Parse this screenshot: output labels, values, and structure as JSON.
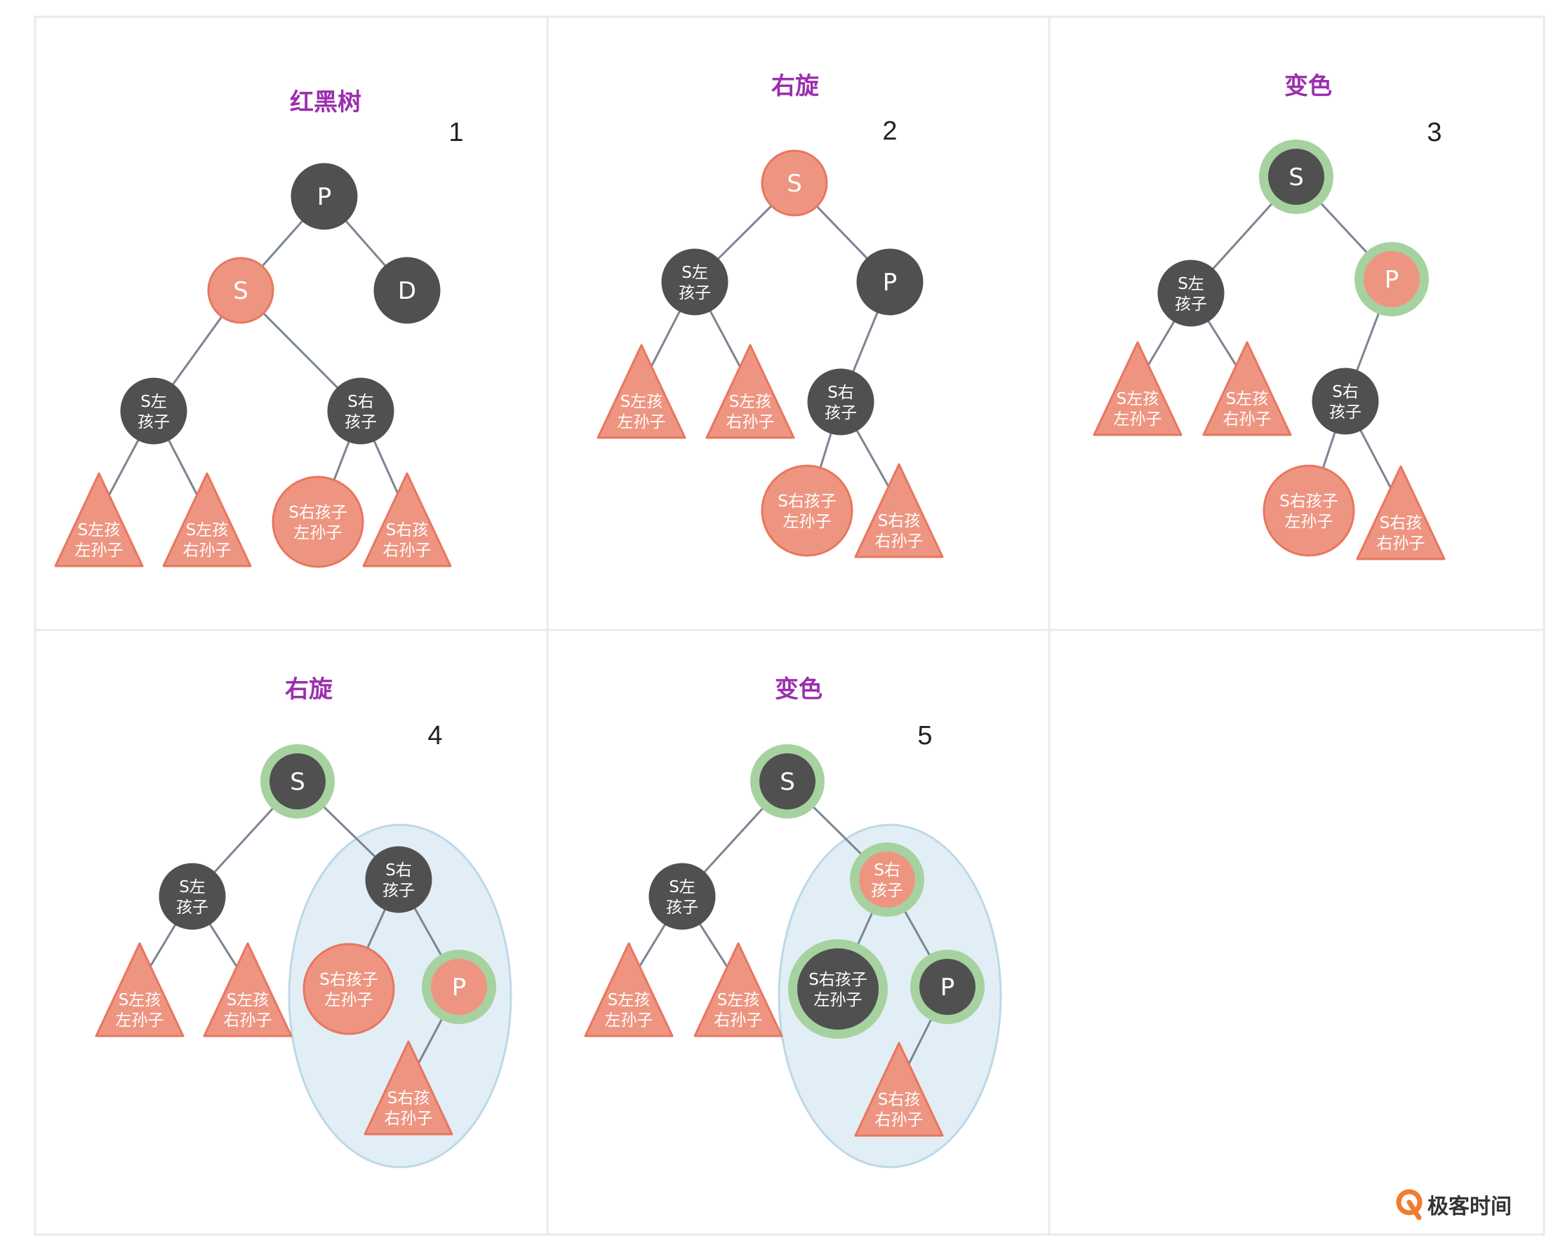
{
  "colors": {
    "red_node": "#ee9582",
    "red_stroke": "#e8765f",
    "black_node": "#505050",
    "highlight_ring": "#a6d2a0",
    "subtree_fill": "#e2eef5",
    "subtree_stroke": "#bcd8e8",
    "edge": "#7b8594",
    "title": "#9b2fae",
    "grid": "#ece7f0",
    "logo_orange": "#f07c2f"
  },
  "icons": {
    "logo": "geektime-logo-icon"
  },
  "logo_text": "极客时间",
  "panels": [
    {
      "id": "p1",
      "title": "红黑树",
      "number": "1",
      "nodes": [
        {
          "id": "P",
          "label": [
            "P"
          ],
          "shape": "circle",
          "color": "black"
        },
        {
          "id": "S",
          "label": [
            "S"
          ],
          "shape": "circle",
          "color": "red"
        },
        {
          "id": "D",
          "label": [
            "D"
          ],
          "shape": "circle",
          "color": "black"
        },
        {
          "id": "SL",
          "label": [
            "S左",
            "孩子"
          ],
          "shape": "circle",
          "color": "black"
        },
        {
          "id": "SR",
          "label": [
            "S右",
            "孩子"
          ],
          "shape": "circle",
          "color": "black"
        },
        {
          "id": "SLL",
          "label": [
            "S左孩",
            "左孙子"
          ],
          "shape": "triangle",
          "color": "red"
        },
        {
          "id": "SLR",
          "label": [
            "S左孩",
            "右孙子"
          ],
          "shape": "triangle",
          "color": "red"
        },
        {
          "id": "SRL",
          "label": [
            "S右孩子",
            "左孙子"
          ],
          "shape": "circle",
          "color": "red"
        },
        {
          "id": "SRR",
          "label": [
            "S右孩",
            "右孙子"
          ],
          "shape": "triangle",
          "color": "red"
        }
      ],
      "edges": [
        [
          "P",
          "S"
        ],
        [
          "P",
          "D"
        ],
        [
          "S",
          "SL"
        ],
        [
          "S",
          "SR"
        ],
        [
          "SL",
          "SLL"
        ],
        [
          "SL",
          "SLR"
        ],
        [
          "SR",
          "SRL"
        ],
        [
          "SR",
          "SRR"
        ]
      ]
    },
    {
      "id": "p2",
      "title": "右旋",
      "number": "2",
      "nodes": [
        {
          "id": "S",
          "label": [
            "S"
          ],
          "shape": "circle",
          "color": "red"
        },
        {
          "id": "SL",
          "label": [
            "S左",
            "孩子"
          ],
          "shape": "circle",
          "color": "black"
        },
        {
          "id": "P",
          "label": [
            "P"
          ],
          "shape": "circle",
          "color": "black"
        },
        {
          "id": "SLL",
          "label": [
            "S左孩",
            "左孙子"
          ],
          "shape": "triangle",
          "color": "red"
        },
        {
          "id": "SLR",
          "label": [
            "S左孩",
            "右孙子"
          ],
          "shape": "triangle",
          "color": "red"
        },
        {
          "id": "SR",
          "label": [
            "S右",
            "孩子"
          ],
          "shape": "circle",
          "color": "black"
        },
        {
          "id": "SRL",
          "label": [
            "S右孩子",
            "左孙子"
          ],
          "shape": "circle",
          "color": "red"
        },
        {
          "id": "SRR",
          "label": [
            "S右孩",
            "右孙子"
          ],
          "shape": "triangle",
          "color": "red"
        }
      ],
      "edges": [
        [
          "S",
          "SL"
        ],
        [
          "S",
          "P"
        ],
        [
          "SL",
          "SLL"
        ],
        [
          "SL",
          "SLR"
        ],
        [
          "P",
          "SR"
        ],
        [
          "SR",
          "SRL"
        ],
        [
          "SR",
          "SRR"
        ]
      ]
    },
    {
      "id": "p3",
      "title": "变色",
      "number": "3",
      "nodes": [
        {
          "id": "S",
          "label": [
            "S"
          ],
          "shape": "circle",
          "color": "black",
          "ring": true
        },
        {
          "id": "SL",
          "label": [
            "S左",
            "孩子"
          ],
          "shape": "circle",
          "color": "black"
        },
        {
          "id": "P",
          "label": [
            "P"
          ],
          "shape": "circle",
          "color": "red",
          "ring": true
        },
        {
          "id": "SLL",
          "label": [
            "S左孩",
            "左孙子"
          ],
          "shape": "triangle",
          "color": "red"
        },
        {
          "id": "SLR",
          "label": [
            "S左孩",
            "右孙子"
          ],
          "shape": "triangle",
          "color": "red"
        },
        {
          "id": "SR",
          "label": [
            "S右",
            "孩子"
          ],
          "shape": "circle",
          "color": "black"
        },
        {
          "id": "SRL",
          "label": [
            "S右孩子",
            "左孙子"
          ],
          "shape": "circle",
          "color": "red"
        },
        {
          "id": "SRR",
          "label": [
            "S右孩",
            "右孙子"
          ],
          "shape": "triangle",
          "color": "red"
        }
      ],
      "edges": [
        [
          "S",
          "SL"
        ],
        [
          "S",
          "P"
        ],
        [
          "SL",
          "SLL"
        ],
        [
          "SL",
          "SLR"
        ],
        [
          "P",
          "SR"
        ],
        [
          "SR",
          "SRL"
        ],
        [
          "SR",
          "SRR"
        ]
      ]
    },
    {
      "id": "p4",
      "title": "右旋",
      "number": "4",
      "nodes": [
        {
          "id": "S",
          "label": [
            "S"
          ],
          "shape": "circle",
          "color": "black",
          "ring": true
        },
        {
          "id": "SL",
          "label": [
            "S左",
            "孩子"
          ],
          "shape": "circle",
          "color": "black"
        },
        {
          "id": "SR",
          "label": [
            "S右",
            "孩子"
          ],
          "shape": "circle",
          "color": "black"
        },
        {
          "id": "SLL",
          "label": [
            "S左孩",
            "左孙子"
          ],
          "shape": "triangle",
          "color": "red"
        },
        {
          "id": "SLR",
          "label": [
            "S左孩",
            "右孙子"
          ],
          "shape": "triangle",
          "color": "red"
        },
        {
          "id": "SRL",
          "label": [
            "S右孩子",
            "左孙子"
          ],
          "shape": "circle",
          "color": "red"
        },
        {
          "id": "P",
          "label": [
            "P"
          ],
          "shape": "circle",
          "color": "red",
          "ring": true
        },
        {
          "id": "SRR",
          "label": [
            "S右孩",
            "右孙子"
          ],
          "shape": "triangle",
          "color": "red"
        }
      ],
      "edges": [
        [
          "S",
          "SL"
        ],
        [
          "S",
          "SR"
        ],
        [
          "SL",
          "SLL"
        ],
        [
          "SL",
          "SLR"
        ],
        [
          "SR",
          "SRL"
        ],
        [
          "SR",
          "P"
        ],
        [
          "P",
          "SRR"
        ]
      ]
    },
    {
      "id": "p5",
      "title": "变色",
      "number": "5",
      "nodes": [
        {
          "id": "S",
          "label": [
            "S"
          ],
          "shape": "circle",
          "color": "black",
          "ring": true
        },
        {
          "id": "SL",
          "label": [
            "S左",
            "孩子"
          ],
          "shape": "circle",
          "color": "black"
        },
        {
          "id": "SR",
          "label": [
            "S右",
            "孩子"
          ],
          "shape": "circle",
          "color": "red",
          "ring": true
        },
        {
          "id": "SLL",
          "label": [
            "S左孩",
            "左孙子"
          ],
          "shape": "triangle",
          "color": "red"
        },
        {
          "id": "SLR",
          "label": [
            "S左孩",
            "右孙子"
          ],
          "shape": "triangle",
          "color": "red"
        },
        {
          "id": "SRL",
          "label": [
            "S右孩子",
            "左孙子"
          ],
          "shape": "circle",
          "color": "black",
          "ring": true
        },
        {
          "id": "P",
          "label": [
            "P"
          ],
          "shape": "circle",
          "color": "black",
          "ring": true
        },
        {
          "id": "SRR",
          "label": [
            "S右孩",
            "右孙子"
          ],
          "shape": "triangle",
          "color": "red"
        }
      ],
      "edges": [
        [
          "S",
          "SL"
        ],
        [
          "S",
          "SR"
        ],
        [
          "SL",
          "SLL"
        ],
        [
          "SL",
          "SLR"
        ],
        [
          "SR",
          "SRL"
        ],
        [
          "SR",
          "P"
        ],
        [
          "P",
          "SRR"
        ]
      ]
    }
  ]
}
